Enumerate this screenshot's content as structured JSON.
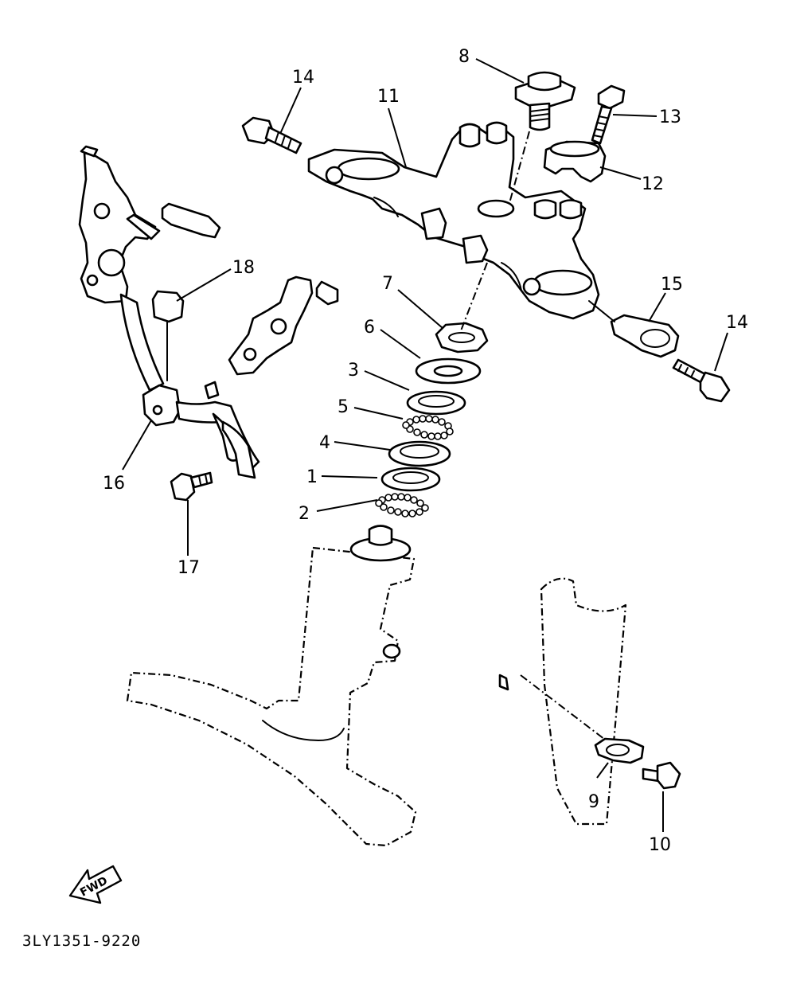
{
  "callouts": [
    {
      "id": "1",
      "label": "1"
    },
    {
      "id": "2",
      "label": "2"
    },
    {
      "id": "3",
      "label": "3"
    },
    {
      "id": "4",
      "label": "4"
    },
    {
      "id": "5",
      "label": "5"
    },
    {
      "id": "6",
      "label": "6"
    },
    {
      "id": "7",
      "label": "7"
    },
    {
      "id": "8",
      "label": "8"
    },
    {
      "id": "9",
      "label": "9"
    },
    {
      "id": "10",
      "label": "10"
    },
    {
      "id": "11",
      "label": "11"
    },
    {
      "id": "12",
      "label": "12"
    },
    {
      "id": "13",
      "label": "13"
    },
    {
      "id": "14a",
      "label": "14"
    },
    {
      "id": "14b",
      "label": "14"
    },
    {
      "id": "15",
      "label": "15"
    },
    {
      "id": "16",
      "label": "16"
    },
    {
      "id": "17",
      "label": "17"
    },
    {
      "id": "18",
      "label": "18"
    }
  ],
  "fwd_arrow": {
    "label": "FWD"
  },
  "diagram_code": "3LY1351-9220",
  "colors": {
    "line": "#000000",
    "background": "#ffffff"
  }
}
